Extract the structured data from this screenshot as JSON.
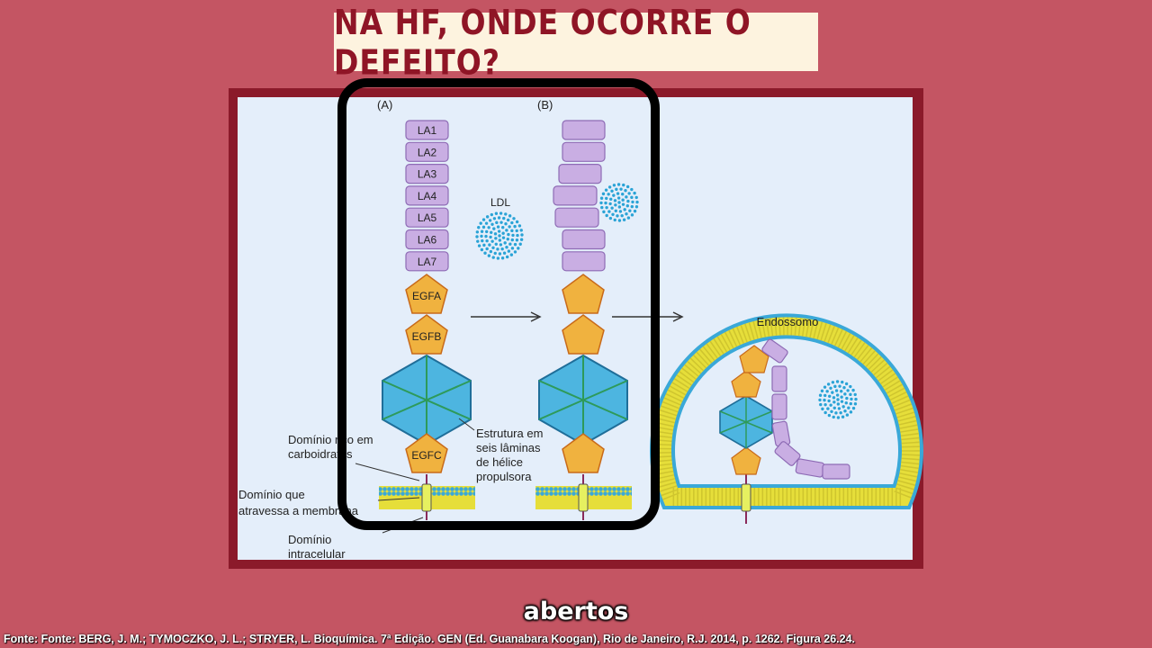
{
  "title": "NA HF, ONDE OCORRE O DEFEITO?",
  "figure": {
    "panel_a_label": "(A)",
    "panel_b_label": "(B)",
    "la_domains": [
      "LA1",
      "LA2",
      "LA3",
      "LA4",
      "LA5",
      "LA6",
      "LA7"
    ],
    "egfa": "EGFA",
    "egfb": "EGFB",
    "egfc": "EGFC",
    "ldl_label": "LDL",
    "endossomo_label": "Endossomo",
    "propeller_label": [
      "Estrutura em",
      "seis lâminas",
      "de hélice",
      "propulsora"
    ],
    "carbo_label": [
      "Domínio rico em",
      "carboidratos"
    ],
    "membrane_label": [
      "Domínio que",
      "atravessa a membrana"
    ],
    "intracellular_label": [
      "Domínio",
      "intracelular"
    ]
  },
  "subtitle": "abertos",
  "source": "Fonte: Fonte: BERG, J. M.; TYMOCZKO, J. L.; STRYER, L. Bioquímica. 7ª Edição. GEN (Ed. Guanabara Koogan), Rio de Janeiro, R.J. 2014, p. 1262. Figura 26.24.",
  "colors": {
    "background": "#c45563",
    "frame": "#8b1a2a",
    "panel": "#e4eefa",
    "la_domain": "#c9aee3",
    "egf_domain": "#f0b23f",
    "propeller": "#4db5e0",
    "membrane": "#e8e040",
    "highlight_box": "#000000"
  }
}
